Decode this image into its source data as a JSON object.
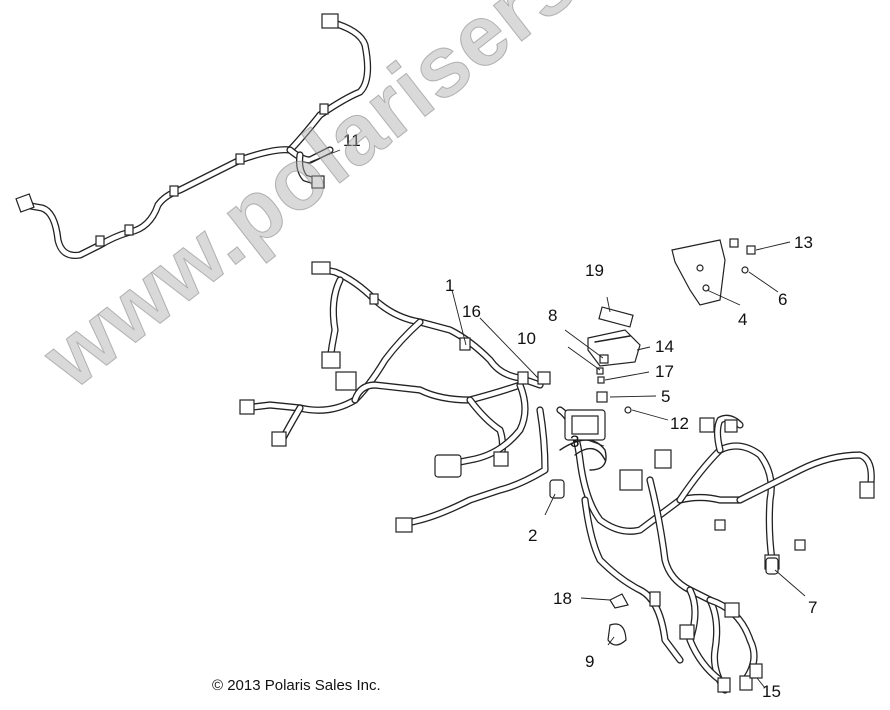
{
  "copyright": "© 2013 Polaris Sales Inc.",
  "watermark": "www.polarisersatzteile.de",
  "callouts": [
    {
      "id": "1",
      "label": "1"
    },
    {
      "id": "2",
      "label": "2"
    },
    {
      "id": "3",
      "label": "3"
    },
    {
      "id": "4",
      "label": "4"
    },
    {
      "id": "5",
      "label": "5"
    },
    {
      "id": "6",
      "label": "6"
    },
    {
      "id": "7",
      "label": "7"
    },
    {
      "id": "8",
      "label": "8"
    },
    {
      "id": "9",
      "label": "9"
    },
    {
      "id": "10",
      "label": "10"
    },
    {
      "id": "11",
      "label": "11"
    },
    {
      "id": "12",
      "label": "12"
    },
    {
      "id": "13",
      "label": "13"
    },
    {
      "id": "14",
      "label": "14"
    },
    {
      "id": "15",
      "label": "15"
    },
    {
      "id": "16",
      "label": "16"
    },
    {
      "id": "17",
      "label": "17"
    },
    {
      "id": "18",
      "label": "18"
    },
    {
      "id": "19",
      "label": "19"
    }
  ]
}
